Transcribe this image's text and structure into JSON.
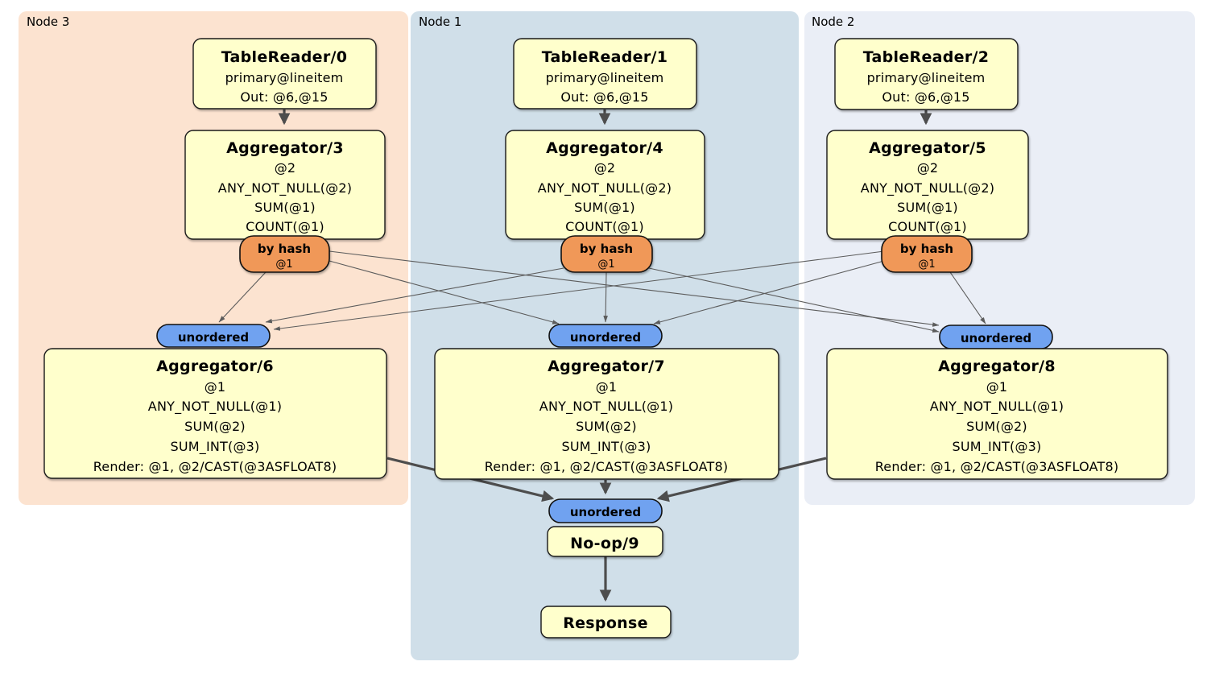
{
  "colors": {
    "node3_bg": "#fce3d0",
    "node1_bg": "#d0dfe9",
    "node2_bg": "#eaeef6",
    "processor_bg": "#ffffcc",
    "router_bg": "#f09858",
    "sync_bg": "#70a2f0",
    "edge_thick": "#4d4d4d",
    "edge_thin": "#5c5c5c"
  },
  "panels": [
    {
      "label": "Node 3"
    },
    {
      "label": "Node 1"
    },
    {
      "label": "Node 2"
    }
  ],
  "processors": {
    "tr0": {
      "title": "TableReader/0",
      "lines": [
        "primary@lineitem",
        "Out: @6,@15"
      ]
    },
    "tr1": {
      "title": "TableReader/1",
      "lines": [
        "primary@lineitem",
        "Out: @6,@15"
      ]
    },
    "tr2": {
      "title": "TableReader/2",
      "lines": [
        "primary@lineitem",
        "Out: @6,@15"
      ]
    },
    "agg3": {
      "title": "Aggregator/3",
      "lines": [
        "@2",
        "ANY_NOT_NULL(@2)",
        "SUM(@1)",
        "COUNT(@1)"
      ]
    },
    "agg4": {
      "title": "Aggregator/4",
      "lines": [
        "@2",
        "ANY_NOT_NULL(@2)",
        "SUM(@1)",
        "COUNT(@1)"
      ]
    },
    "agg5": {
      "title": "Aggregator/5",
      "lines": [
        "@2",
        "ANY_NOT_NULL(@2)",
        "SUM(@1)",
        "COUNT(@1)"
      ]
    },
    "agg6": {
      "title": "Aggregator/6",
      "lines": [
        "@1",
        "ANY_NOT_NULL(@1)",
        "SUM(@2)",
        "SUM_INT(@3)",
        "Render: @1, @2/CAST(@3ASFLOAT8)"
      ]
    },
    "agg7": {
      "title": "Aggregator/7",
      "lines": [
        "@1",
        "ANY_NOT_NULL(@1)",
        "SUM(@2)",
        "SUM_INT(@3)",
        "Render: @1, @2/CAST(@3ASFLOAT8)"
      ]
    },
    "agg8": {
      "title": "Aggregator/8",
      "lines": [
        "@1",
        "ANY_NOT_NULL(@1)",
        "SUM(@2)",
        "SUM_INT(@3)",
        "Render: @1, @2/CAST(@3ASFLOAT8)"
      ]
    },
    "noop": {
      "title": "No-op/9"
    },
    "response": {
      "title": "Response"
    }
  },
  "routers": {
    "node3": {
      "label": "by hash",
      "sub": "@1"
    },
    "node1": {
      "label": "by hash",
      "sub": "@1"
    },
    "node2": {
      "label": "by hash",
      "sub": "@1"
    }
  },
  "synchronizers": {
    "left": {
      "label": "unordered"
    },
    "middle": {
      "label": "unordered"
    },
    "right": {
      "label": "unordered"
    },
    "final": {
      "label": "unordered"
    }
  }
}
